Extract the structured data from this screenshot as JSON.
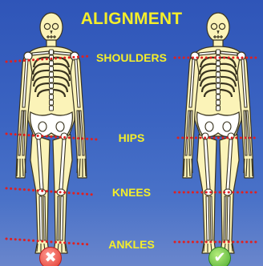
{
  "title": "ALIGNMENT",
  "labels": {
    "shoulders": "SHOULDERS",
    "hips": "HIPS",
    "knees": "KNEES",
    "ankles": "ANKLES"
  },
  "figures": [
    {
      "name": "misaligned-skeleton",
      "status_icon": "cross-icon",
      "status_glyph": "✖"
    },
    {
      "name": "aligned-skeleton",
      "status_icon": "check-icon",
      "status_glyph": "✔"
    }
  ],
  "colors": {
    "background": "#3a5fb5",
    "label": "#f4ee2a",
    "alignment_line": "#e02020",
    "skeleton_fill": "#fbf3b8",
    "bone": "#ffffff"
  }
}
